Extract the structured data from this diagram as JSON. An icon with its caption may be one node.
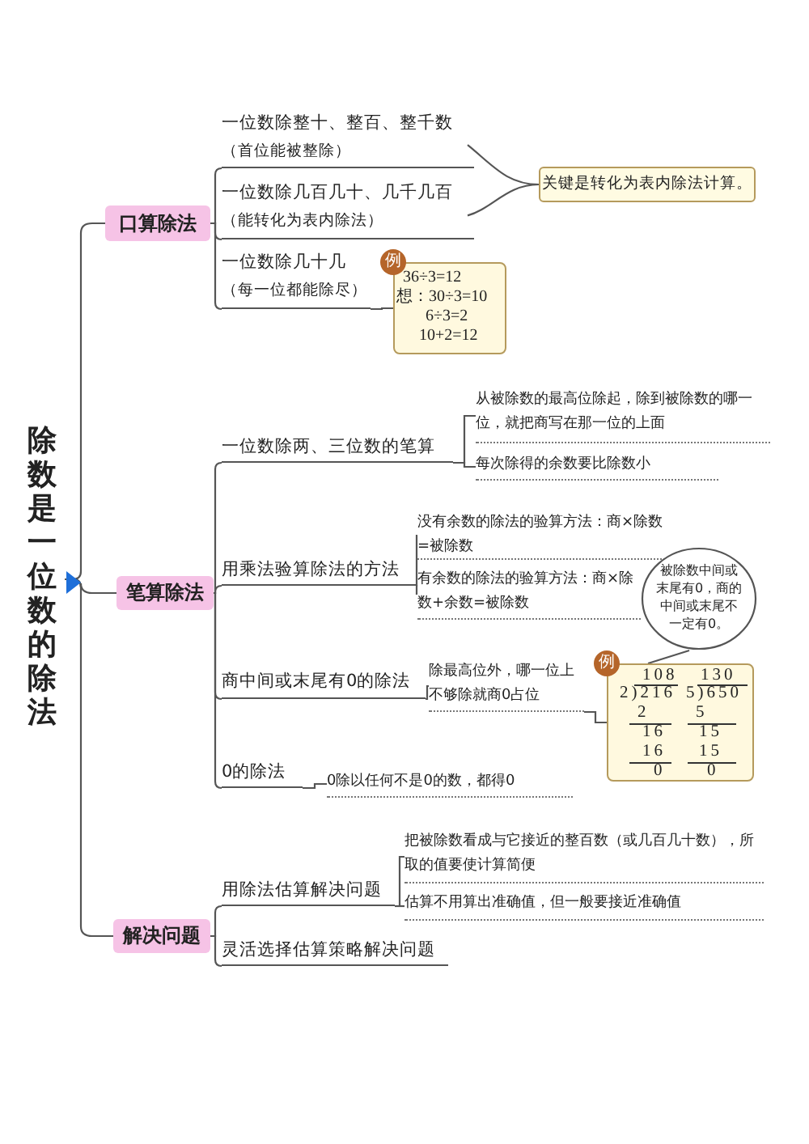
{
  "diagram": {
    "nodes": [
      {
        "text": [
          "除数是一位数的除法"
        ]
      },
      {
        "text": [
          "口算除法"
        ]
      },
      {
        "text": [
          "一位数除整十、整百、整千数",
          "（首位能被整除）"
        ]
      },
      {
        "text": [
          "一位数除几百几十、几千几百",
          "（能转化为表内除法）"
        ]
      },
      {
        "text": [
          "一位数除几十几",
          "（每一位都能除尽）"
        ]
      },
      {
        "text": [
          "关键是转化为表内除法计算。"
        ]
      },
      {
        "text": [
          "例",
          "36÷3=12",
          "想：30÷3=10",
          "6÷3=2",
          "10+2=12"
        ]
      },
      {
        "text": [
          "笔算除法"
        ]
      },
      {
        "text": [
          "一位数除两、三位数的笔算"
        ]
      },
      {
        "text": [
          "从被除数的最高位除起，除到被除数的哪一位，就把商写在那一位的上面"
        ]
      },
      {
        "text": [
          "每次除得的余数要比除数小"
        ]
      },
      {
        "text": [
          "用乘法验算除法的方法"
        ]
      },
      {
        "text": [
          "没有余数的除法的验算方法：商×除数=被除数"
        ]
      },
      {
        "text": [
          "有余数的除法的验算方法：商×除数+余数=被除数"
        ]
      },
      {
        "text": [
          "被除数中间或末尾有0，商的中间或末尾不一定有0。"
        ]
      },
      {
        "text": [
          "商中间或末尾有0的除法"
        ]
      },
      {
        "text": [
          "除最高位外，哪一位上不够除就商0占位"
        ]
      },
      {
        "text": [
          "例",
          "108",
          "2)216",
          "2",
          "16",
          "16",
          "0",
          "130",
          "5)650",
          "5",
          "15",
          "15",
          "0"
        ]
      },
      {
        "text": [
          "0的除法"
        ]
      },
      {
        "text": [
          "0除以任何不是0的数，都得0"
        ]
      },
      {
        "text": [
          "解决问题"
        ]
      },
      {
        "text": [
          "用除法估算解决问题"
        ]
      },
      {
        "text": [
          "把被除数看成与它接近的整百数（或几百几十数），所取的值要使计算简便"
        ]
      },
      {
        "text": [
          "估算不用算出准确值，但一般要接近准确值"
        ]
      },
      {
        "text": [
          "灵活选择估算策略解决问题"
        ]
      }
    ],
    "edges": [
      {
        "from": 0,
        "to": 1,
        "arrow": "none"
      },
      {
        "from": 0,
        "to": 7,
        "arrow": "none"
      },
      {
        "from": 0,
        "to": 20,
        "arrow": "none"
      },
      {
        "from": 1,
        "to": 2,
        "arrow": "none"
      },
      {
        "from": 1,
        "to": 3,
        "arrow": "none"
      },
      {
        "from": 1,
        "to": 4,
        "arrow": "none"
      },
      {
        "from": 2,
        "to": 5,
        "arrow": "none"
      },
      {
        "from": 3,
        "to": 5,
        "arrow": "none"
      },
      {
        "from": 4,
        "to": 6,
        "arrow": "none"
      },
      {
        "from": 7,
        "to": 8,
        "arrow": "none"
      },
      {
        "from": 7,
        "to": 11,
        "arrow": "none"
      },
      {
        "from": 7,
        "to": 15,
        "arrow": "none"
      },
      {
        "from": 7,
        "to": 18,
        "arrow": "none"
      },
      {
        "from": 8,
        "to": 9,
        "arrow": "none"
      },
      {
        "from": 8,
        "to": 10,
        "arrow": "none"
      },
      {
        "from": 11,
        "to": 12,
        "arrow": "none"
      },
      {
        "from": 11,
        "to": 13,
        "arrow": "none"
      },
      {
        "from": 14,
        "to": 17,
        "arrow": "none"
      },
      {
        "from": 15,
        "to": 16,
        "arrow": "none"
      },
      {
        "from": 16,
        "to": 17,
        "arrow": "none"
      },
      {
        "from": 18,
        "to": 19,
        "arrow": "none"
      },
      {
        "from": 20,
        "to": 21,
        "arrow": "none"
      },
      {
        "from": 20,
        "to": 24,
        "arrow": "none"
      },
      {
        "from": 21,
        "to": 22,
        "arrow": "none"
      },
      {
        "from": 21,
        "to": 23,
        "arrow": "none"
      }
    ]
  }
}
